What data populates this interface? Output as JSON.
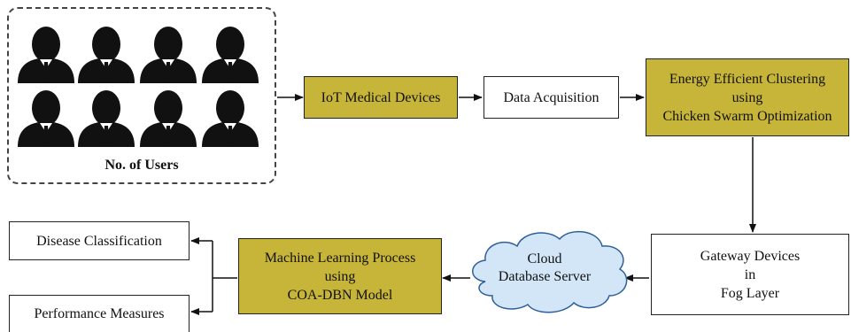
{
  "users": {
    "label": "No. of Users",
    "count": 8
  },
  "nodes": {
    "iot": {
      "label": "IoT Medical Devices"
    },
    "acquisition": {
      "label": "Data Acquisition"
    },
    "clustering": {
      "lines": [
        "Energy Efficient Clustering",
        "using",
        "Chicken Swarm Optimization"
      ]
    },
    "gateway": {
      "lines": [
        "Gateway Devices",
        "in",
        "Fog Layer"
      ]
    },
    "cloud": {
      "lines": [
        "Cloud",
        "Database Server"
      ]
    },
    "ml": {
      "lines": [
        "Machine Learning Process",
        "using",
        "COA-DBN Model"
      ]
    },
    "disease": {
      "label": "Disease Classification"
    },
    "performance": {
      "label": "Performance Measures"
    }
  },
  "colors": {
    "highlight": "#c7b539",
    "cloud_fill": "#d3e6f7",
    "cloud_stroke": "#2f5f9a",
    "user_icon": "#111111"
  }
}
